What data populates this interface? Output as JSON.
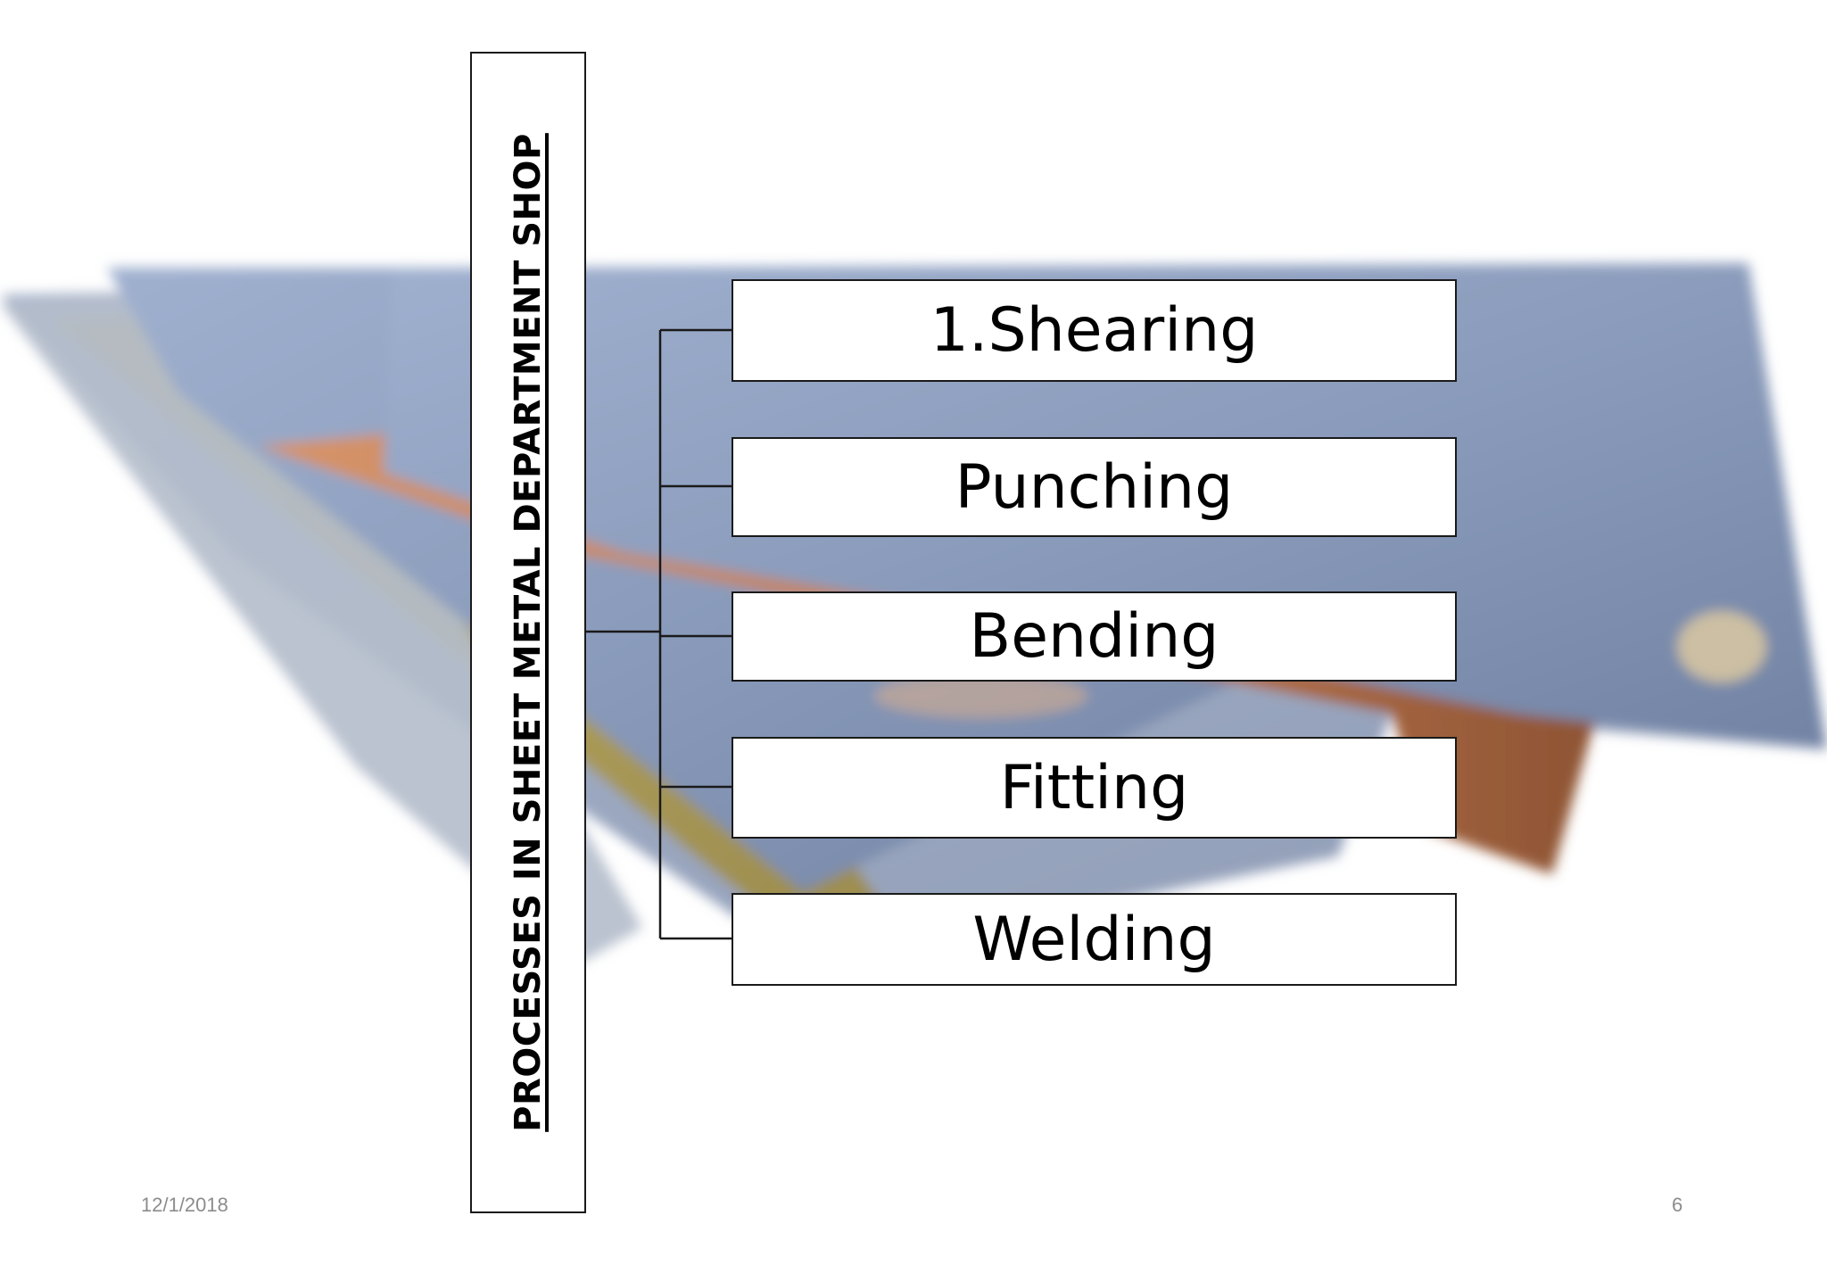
{
  "diagram": {
    "title": "PROCESSES IN SHEET METAL DEPARTMENT SHOP",
    "processes": [
      {
        "label": "1.Shearing"
      },
      {
        "label": "Punching"
      },
      {
        "label": "Bending"
      },
      {
        "label": "Fitting"
      },
      {
        "label": "Welding"
      }
    ]
  },
  "footer": {
    "date": "12/1/2018",
    "page": "6"
  },
  "colors": {
    "sheet_steel": "#8f9fbe",
    "sheet_copper": "#c98a63",
    "sheet_brass": "#b7a55e",
    "border": "#1a1a1a"
  }
}
